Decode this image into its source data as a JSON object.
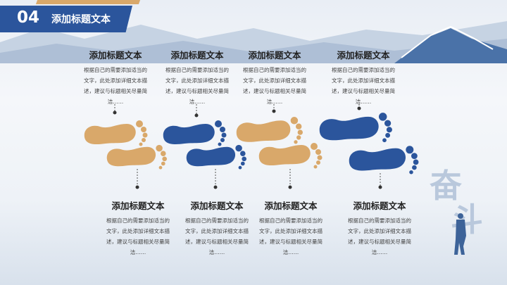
{
  "header": {
    "number": "04",
    "title": "添加标题文本"
  },
  "colors": {
    "blue": "#2b559c",
    "gold": "#d9a86a"
  },
  "watermark": "奋斗",
  "top_items": [
    {
      "title": "添加标题文本",
      "text": "根据自己的需要添加适当的文字，此处添加详细文本描述，建议与标题相关尽量简洁……"
    },
    {
      "title": "添加标题文本",
      "text": "根据自己的需要添加适当的文字，此处添加详细文本描述，建议与标题相关尽量简洁……"
    },
    {
      "title": "添加标题文本",
      "text": "根据自己的需要添加适当的文字，此处添加详细文本描述，建议与标题相关尽量简洁……"
    },
    {
      "title": "添加标题文本",
      "text": "根据自己的需要添加适当的文字，此处添加详细文本描述，建议与标题相关尽量简洁……"
    }
  ],
  "bottom_items": [
    {
      "title": "添加标题文本",
      "text": "根据自己的需要添加适当的文字，此处添加详细文本描述，建议与标题相关尽量简洁……"
    },
    {
      "title": "添加标题文本",
      "text": "根据自己的需要添加适当的文字，此处添加详细文本描述，建议与标题相关尽量简洁……"
    },
    {
      "title": "添加标题文本",
      "text": "根据自己的需要添加适当的文字，此处添加详细文本描述，建议与标题相关尽量简洁……"
    },
    {
      "title": "添加标题文本",
      "text": "根据自己的需要添加适当的文字，此处添加详细文本描述，建议与标题相关尽量简洁……"
    }
  ]
}
